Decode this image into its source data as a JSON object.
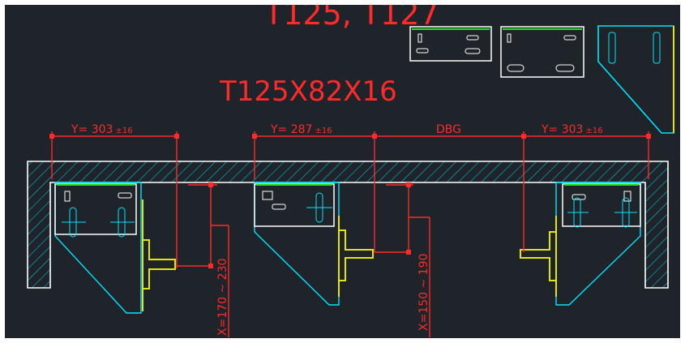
{
  "drawing": {
    "title_top": "T125, T127",
    "title_main": "T125X82X16",
    "dimensions": {
      "y_left": "Y= 303",
      "y_left_tol": "±16",
      "y_mid": "Y= 287",
      "y_mid_tol": "±16",
      "dbg": "DBG",
      "y_right": "Y= 303",
      "y_right_tol": "±16",
      "x_left": "X=170 ~ 230",
      "x_right": "X=150 ~ 190"
    },
    "colors": {
      "background": "#1f242b",
      "dimension": "#ff2a2a",
      "concrete": "#ffffff",
      "hatch": "#00c8e6",
      "bracket": "#00e5ff",
      "plate": "#ffffff",
      "rail": "#e6e600",
      "highlight": "#22dd22"
    }
  }
}
